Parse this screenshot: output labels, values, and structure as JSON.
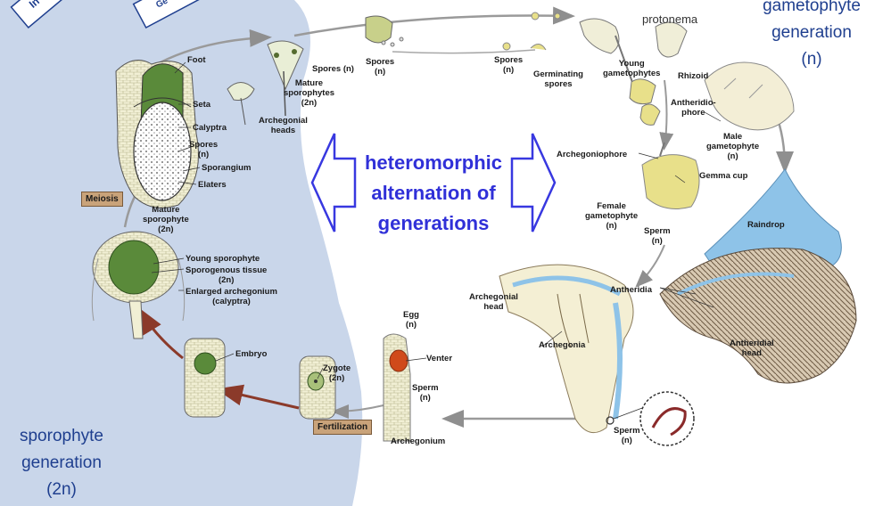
{
  "header": {
    "corner_tab_left": "In",
    "corner_tab_right": "Ge"
  },
  "generations": {
    "gametophyte": [
      "gametophyte",
      "generation",
      "(n)"
    ],
    "sporophyte": [
      "sporophyte",
      "generation",
      "(2n)"
    ]
  },
  "headline": [
    "heteromorphic",
    "alternation of",
    "generations"
  ],
  "stage_tags": {
    "meiosis": "Meiosis",
    "fertilization": "Fertilization"
  },
  "labels": {
    "protonema": "protonema",
    "foot": "Foot",
    "seta": "Seta",
    "calyptra": "Calyptra",
    "spores_n_left": [
      "Spores",
      "(n)"
    ],
    "sporangium": "Sporangium",
    "elaters": "Elaters",
    "mature_sporophyte": [
      "Mature",
      "sporophyte",
      "(2n)"
    ],
    "spores_top": "Spores (n)",
    "mature_sporophytes": [
      "Mature",
      "sporophytes",
      "(2n)"
    ],
    "archegonial_heads": [
      "Archegonial",
      "heads"
    ],
    "spores_a": [
      "Spores",
      "(n)"
    ],
    "spores_b": [
      "Spores",
      "(n)"
    ],
    "germinating_spores": [
      "Germinating",
      "spores"
    ],
    "young_gametophytes": [
      "Young",
      "gametophytes"
    ],
    "rhizoid": "Rhizoid",
    "antheridiophore": [
      "Antheridio-",
      "phore"
    ],
    "male_gametophyte": [
      "Male",
      "gametophyte",
      "(n)"
    ],
    "archegoniophore": "Archegoniophore",
    "gemma_cup": "Gemma cup",
    "female_gametophyte": [
      "Female",
      "gametophyte",
      "(n)"
    ],
    "sperm_top": [
      "Sperm",
      "(n)"
    ],
    "raindrop": "Raindrop",
    "young_sporophyte": "Young sporophyte",
    "sporogenous_tissue": [
      "Sporogenous tissue",
      "(2n)"
    ],
    "enlarged_archegonium": [
      "Enlarged archegonium",
      "(calyptra)"
    ],
    "embryo": "Embryo",
    "zygote": [
      "Zygote",
      "(2n)"
    ],
    "egg": [
      "Egg",
      "(n)"
    ],
    "venter": "Venter",
    "sperm_mid": [
      "Sperm",
      "(n)"
    ],
    "archegonium": "Archegonium",
    "archegonial_head": [
      "Archegonial",
      "head"
    ],
    "archegonia": "Archegonia",
    "antheridia": "Antheridia",
    "antheridial_head": [
      "Antheridial",
      "head"
    ],
    "sperm_bottom": [
      "Sperm",
      "(n)"
    ]
  },
  "colors": {
    "sporophyte_bg": "#c9d6ea",
    "headline_text": "#3030d8",
    "generation_text": "#1f3f8f",
    "arrow_outline": "#3838e0",
    "cycle_arrow": "#9a9a9a",
    "sporophyte_arrow": "#8b3a2a",
    "tissue_green": "#5a8a3a",
    "gametophyte_yellow": "#e8e08a",
    "water_blue": "#8ec3e8",
    "tag_fill": "#c9a37a"
  }
}
